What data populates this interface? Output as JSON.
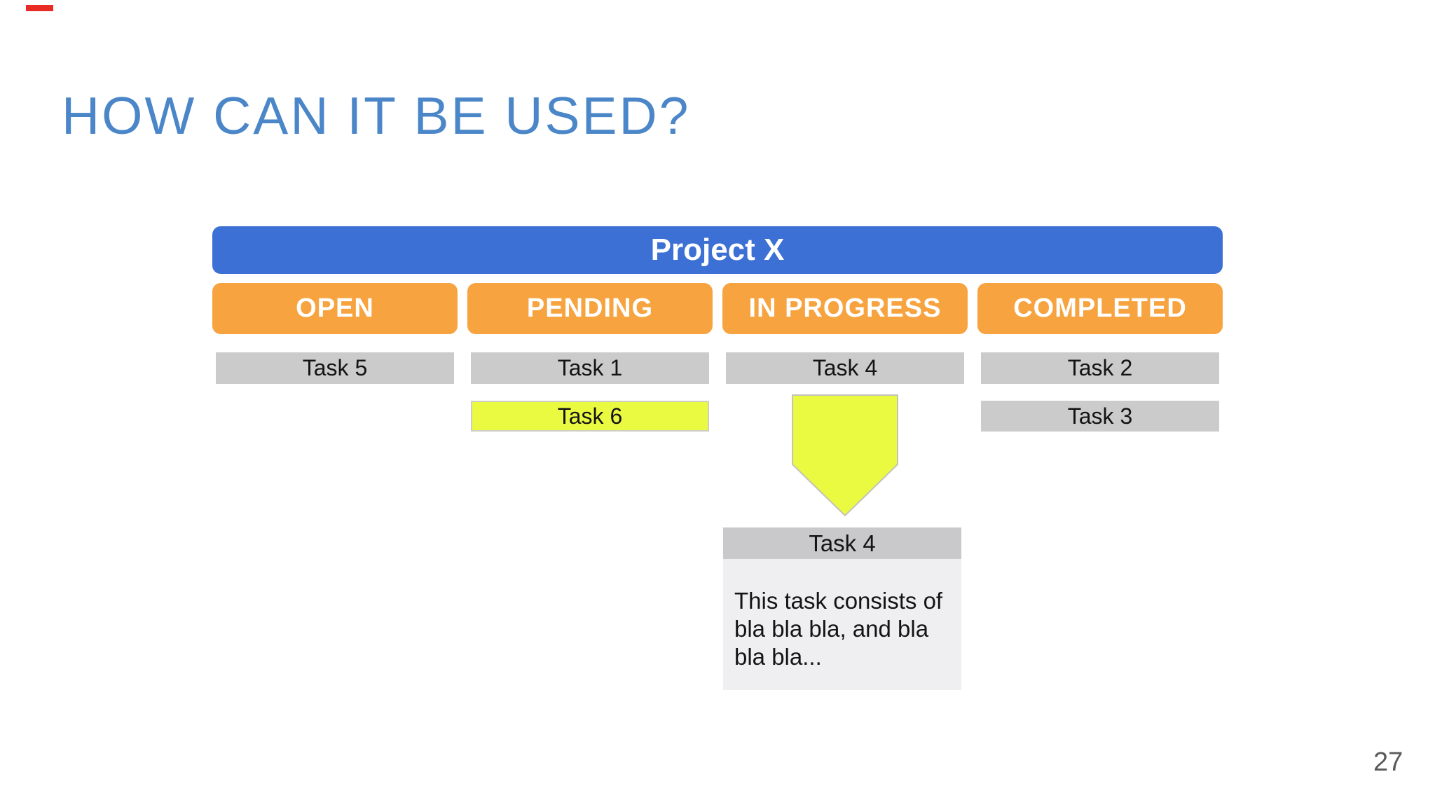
{
  "slide": {
    "title": "HOW CAN IT BE USED?",
    "page_number": "27"
  },
  "board": {
    "project_label": "Project X",
    "columns": [
      {
        "label": "OPEN",
        "tasks": [
          {
            "label": "Task 5",
            "highlight": false
          }
        ]
      },
      {
        "label": "PENDING",
        "tasks": [
          {
            "label": "Task 1",
            "highlight": false
          },
          {
            "label": "Task 6",
            "highlight": true
          }
        ]
      },
      {
        "label": "IN PROGRESS",
        "tasks": [
          {
            "label": "Task 4",
            "highlight": false
          }
        ]
      },
      {
        "label": "COMPLETED",
        "tasks": [
          {
            "label": "Task 2",
            "highlight": false
          },
          {
            "label": "Task 3",
            "highlight": false
          }
        ]
      }
    ],
    "detail_card": {
      "title": "Task 4",
      "body": "This task consists of bla bla bla, and bla bla bla..."
    },
    "colors": {
      "title_blue": "#4a86c8",
      "banner_blue": "#3d70d4",
      "header_orange": "#f7a440",
      "task_gray": "#cbcbcb",
      "highlight_yellow": "#eafa41",
      "card_header_gray": "#c9c8ca",
      "card_body_gray": "#efeef0",
      "red_mark": "#e82c25",
      "page_number_gray": "#5a5a5a"
    }
  }
}
